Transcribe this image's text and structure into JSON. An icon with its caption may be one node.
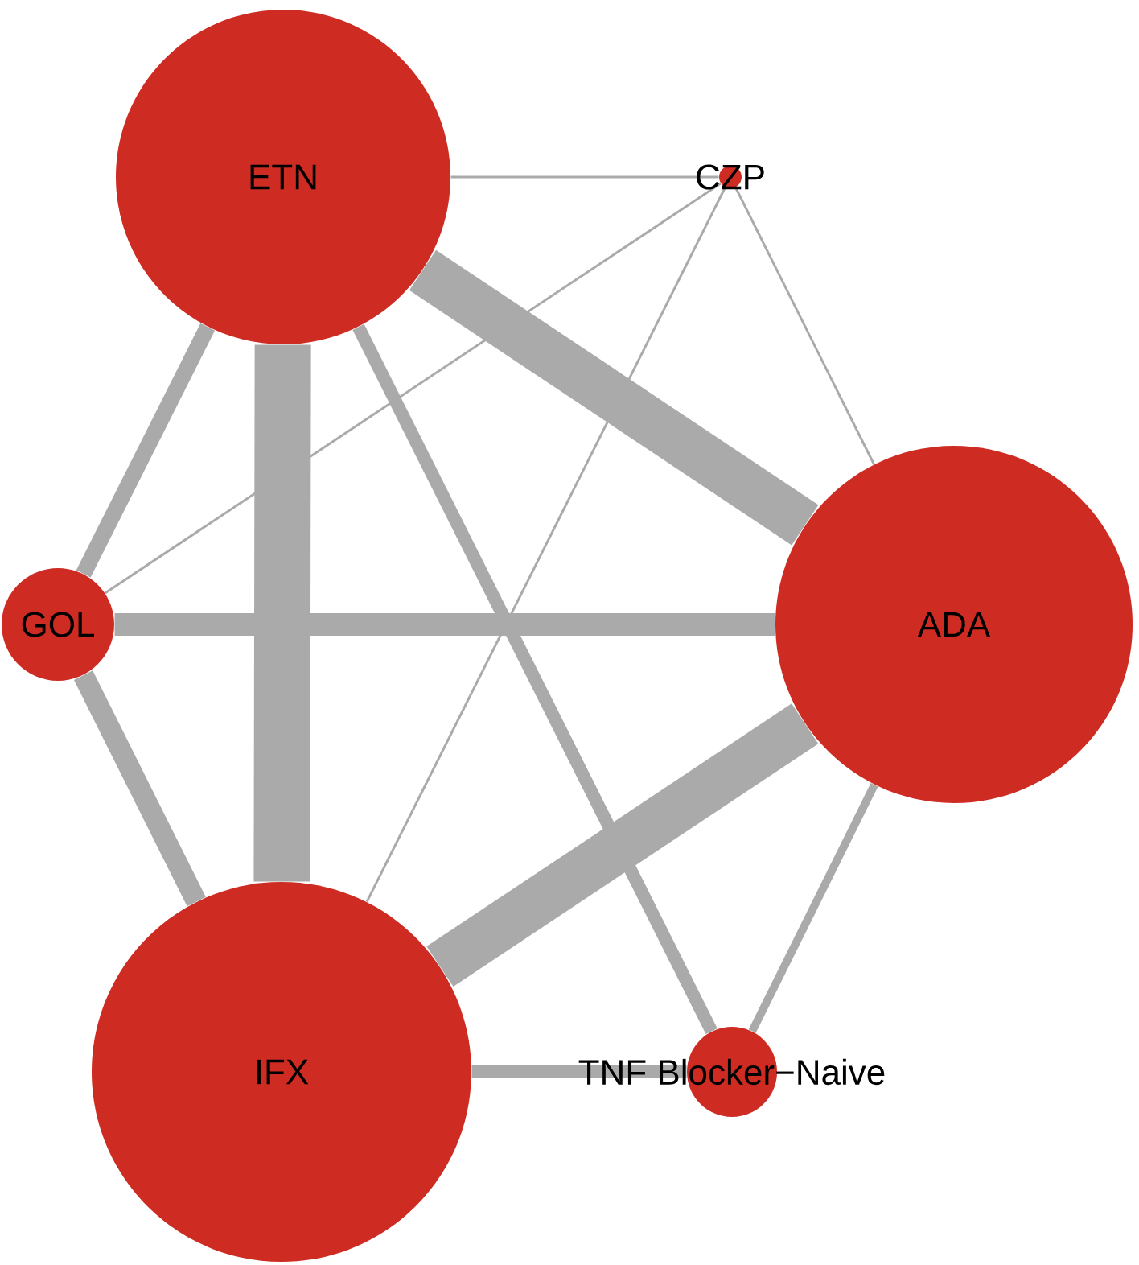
{
  "diagram": {
    "nodes": [
      {
        "text": [
          "ETN"
        ]
      },
      {
        "text": [
          "CZP"
        ]
      },
      {
        "text": [
          "GOL"
        ]
      },
      {
        "text": [
          "ADA"
        ]
      },
      {
        "text": [
          "IFX"
        ]
      },
      {
        "text": [
          "TNF Blocker−Naive"
        ]
      }
    ],
    "edges": [
      {
        "from": 0,
        "to": 1,
        "arrow": "none"
      },
      {
        "from": 0,
        "to": 3,
        "arrow": "none",
        "style": "thick"
      },
      {
        "from": 0,
        "to": 2,
        "arrow": "none"
      },
      {
        "from": 0,
        "to": 4,
        "arrow": "none",
        "style": "thick"
      },
      {
        "from": 0,
        "to": 5,
        "arrow": "none"
      },
      {
        "from": 1,
        "to": 2,
        "arrow": "none"
      },
      {
        "from": 1,
        "to": 4,
        "arrow": "none"
      },
      {
        "from": 1,
        "to": 3,
        "arrow": "none"
      },
      {
        "from": 2,
        "to": 3,
        "arrow": "none"
      },
      {
        "from": 2,
        "to": 4,
        "arrow": "none"
      },
      {
        "from": 3,
        "to": 4,
        "arrow": "none",
        "style": "thick"
      },
      {
        "from": 3,
        "to": 5,
        "arrow": "none"
      },
      {
        "from": 4,
        "to": 5,
        "arrow": "none"
      }
    ]
  }
}
